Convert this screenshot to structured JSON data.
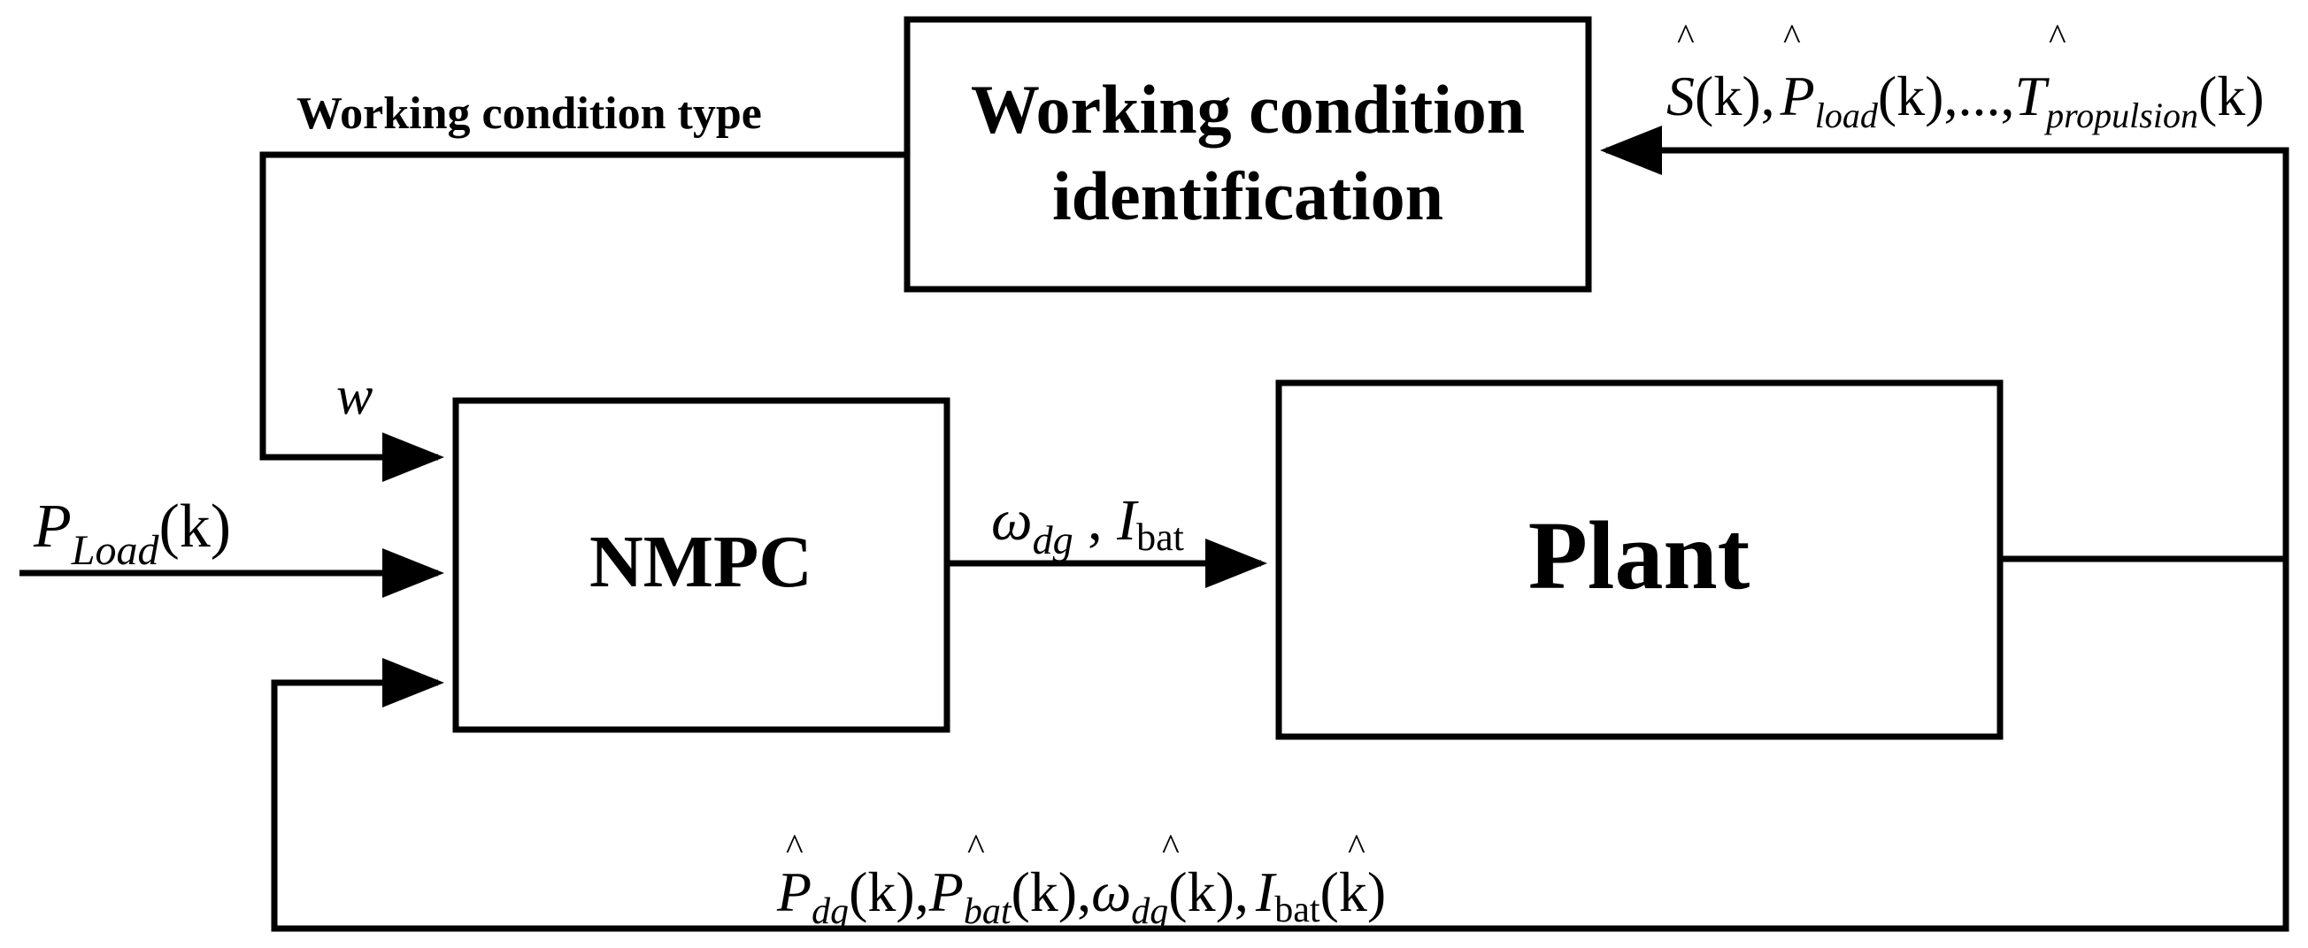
{
  "diagram": {
    "blocks": {
      "wci": {
        "line1": "Working condition",
        "line2": "identification"
      },
      "nmpc": {
        "title": "NMPC"
      },
      "plant": {
        "title": "Plant"
      }
    },
    "labels": {
      "working_condition_type": "Working condition type",
      "w": "w",
      "p_load_input": {
        "base": "P",
        "sub": "Load",
        "arg": "(k)"
      },
      "control_signals": {
        "omega": "ω",
        "omega_sub": "dg",
        "sep": " , ",
        "i": "I",
        "i_sub": "bat"
      },
      "plant_to_wci": {
        "hat": "^",
        "s": "S",
        "s_arg": "(k),",
        "p": "P",
        "p_sub": "load",
        "p_arg": "(k),...,",
        "t": "T",
        "t_sub": "propulsion",
        "t_arg": "(k)"
      },
      "feedback": {
        "hat": "^",
        "p1": "P",
        "p1_sub": "dg",
        "p1_arg": "(k),",
        "p2": "P",
        "p2_sub": "bat",
        "p2_arg": "(k),",
        "om": "ω",
        "om_sub": "dg",
        "om_arg": "(k),",
        "i": "I",
        "i_sub": "bat",
        "i_arg": "(k)"
      }
    }
  }
}
